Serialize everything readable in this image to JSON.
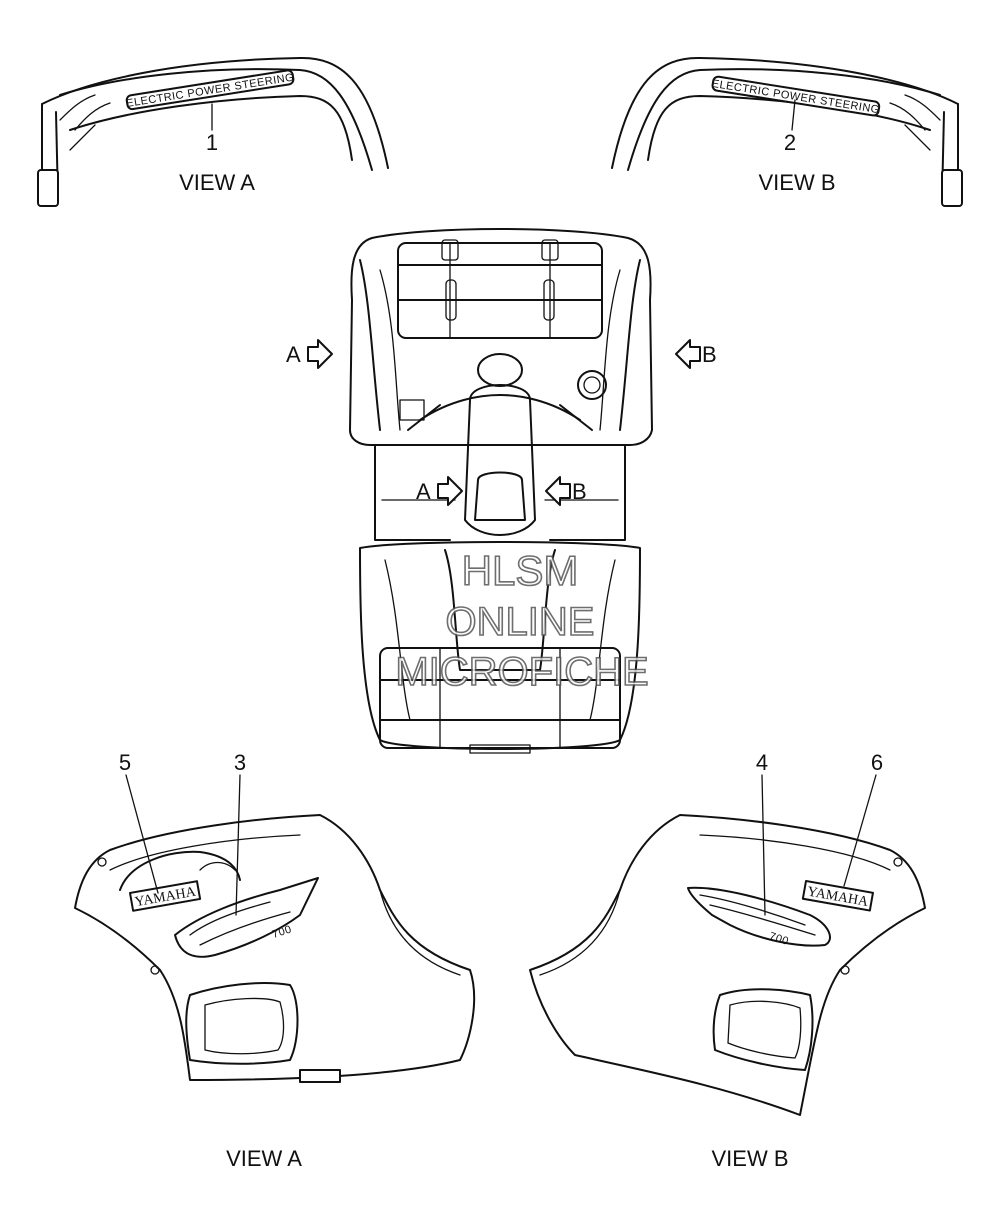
{
  "labels": {
    "view_a_top": "VIEW A",
    "view_b_top": "VIEW B",
    "view_a_bottom": "VIEW A",
    "view_b_bottom": "VIEW B",
    "arrow_a_outer": "A",
    "arrow_b_outer": "B",
    "arrow_a_inner": "A",
    "arrow_b_inner": "B"
  },
  "callouts": [
    "1",
    "2",
    "3",
    "4",
    "5",
    "6"
  ],
  "decals": {
    "eps_text": "ELECTRIC POWER STEERING",
    "brand_left": "YAMAHA",
    "brand_right": "YAMAHA",
    "model_mark": "700"
  },
  "watermark": {
    "line1": "HLSM",
    "line2": "ONLINE",
    "line3": "MICROFICHE"
  }
}
